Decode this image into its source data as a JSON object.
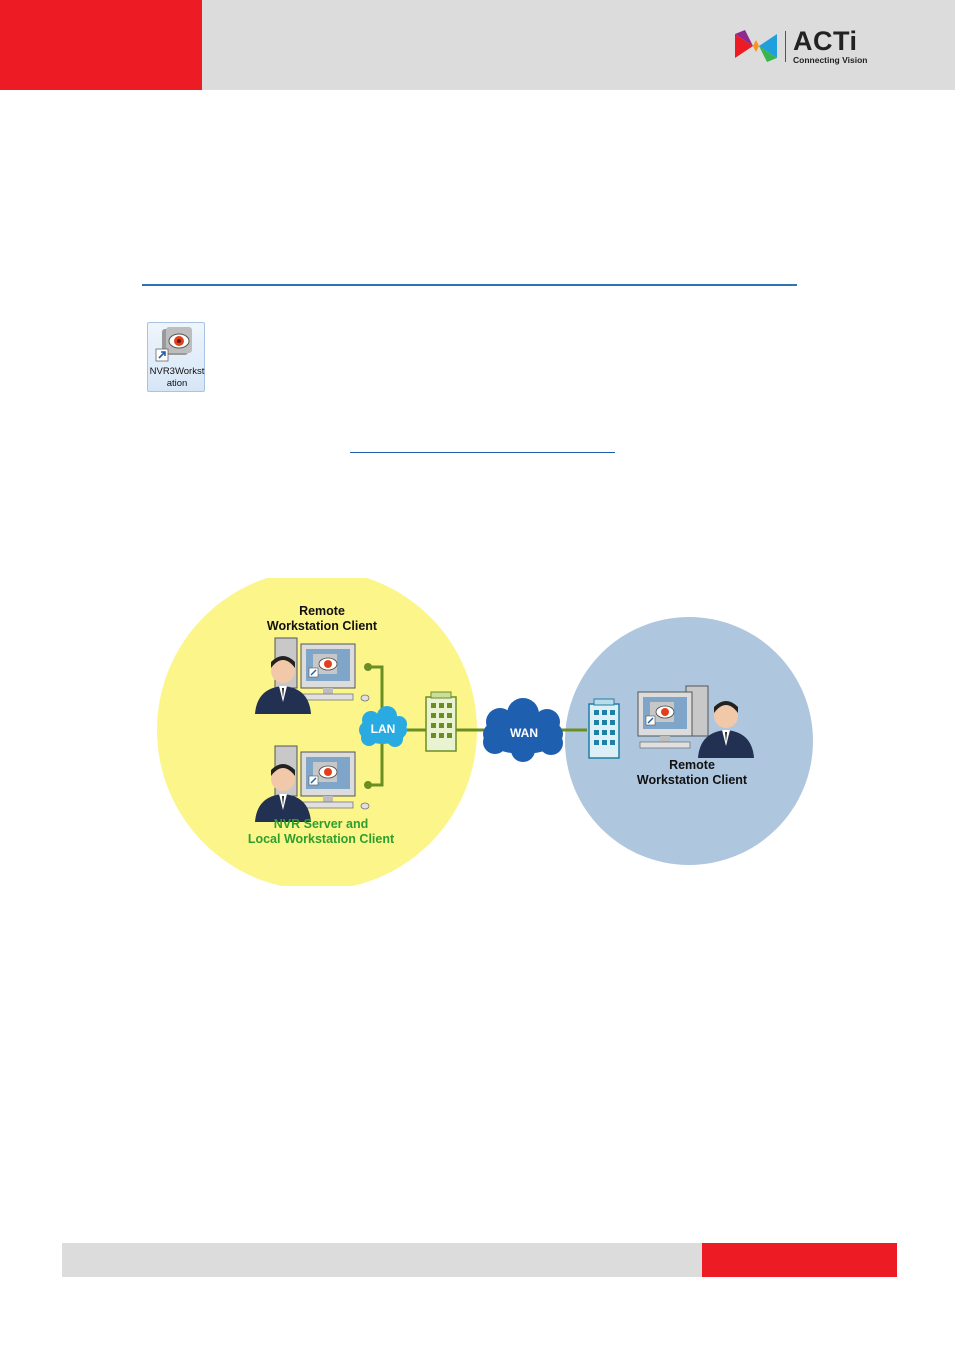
{
  "header": {
    "brand_name": "ACTi",
    "brand_tagline": "Connecting Vision",
    "colors": {
      "band": "#dcdcdc",
      "accent": "#ed1c24"
    }
  },
  "desktop_icon": {
    "name": "desktop-shortcut-icon",
    "label": "NVR3Workstation"
  },
  "diagram": {
    "left_group_top_label_line1": "Remote",
    "left_group_top_label_line2": "Workstation Client",
    "left_group_bottom_label_line1": "NVR Server and",
    "left_group_bottom_label_line2": "Local Workstation Client",
    "lan_label": "LAN",
    "wan_label": "WAN",
    "right_group_label_line1": "Remote",
    "right_group_label_line2": "Workstation Client",
    "colors": {
      "left_zone": "#fbf58a",
      "right_zone": "#afc6df",
      "link_line": "#6b8e23",
      "lan_cloud": "#29abe2",
      "wan_cloud": "#1f5fb0",
      "server_label": "#2e9e2e"
    }
  },
  "footer": {
    "colors": {
      "bar": "#dcdcdc",
      "accent": "#ed1c24"
    }
  }
}
